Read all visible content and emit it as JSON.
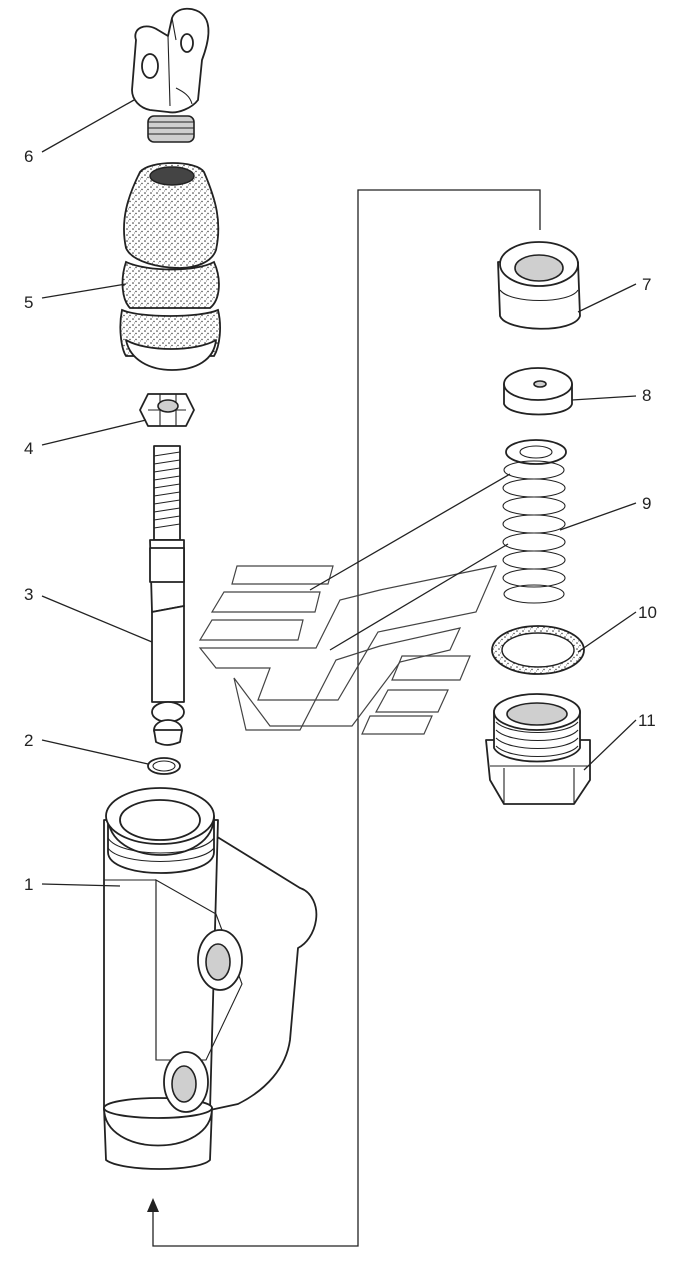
{
  "diagram": {
    "parts": [
      {
        "id": "part-1",
        "number": "1"
      },
      {
        "id": "part-2",
        "number": "2"
      },
      {
        "id": "part-3",
        "number": "3"
      },
      {
        "id": "part-4",
        "number": "4"
      },
      {
        "id": "part-5",
        "number": "5"
      },
      {
        "id": "part-6",
        "number": "6"
      },
      {
        "id": "part-7",
        "number": "7"
      },
      {
        "id": "part-8",
        "number": "8"
      },
      {
        "id": "part-9",
        "number": "9"
      },
      {
        "id": "part-10",
        "number": "10"
      },
      {
        "id": "part-11",
        "number": "11"
      }
    ]
  }
}
